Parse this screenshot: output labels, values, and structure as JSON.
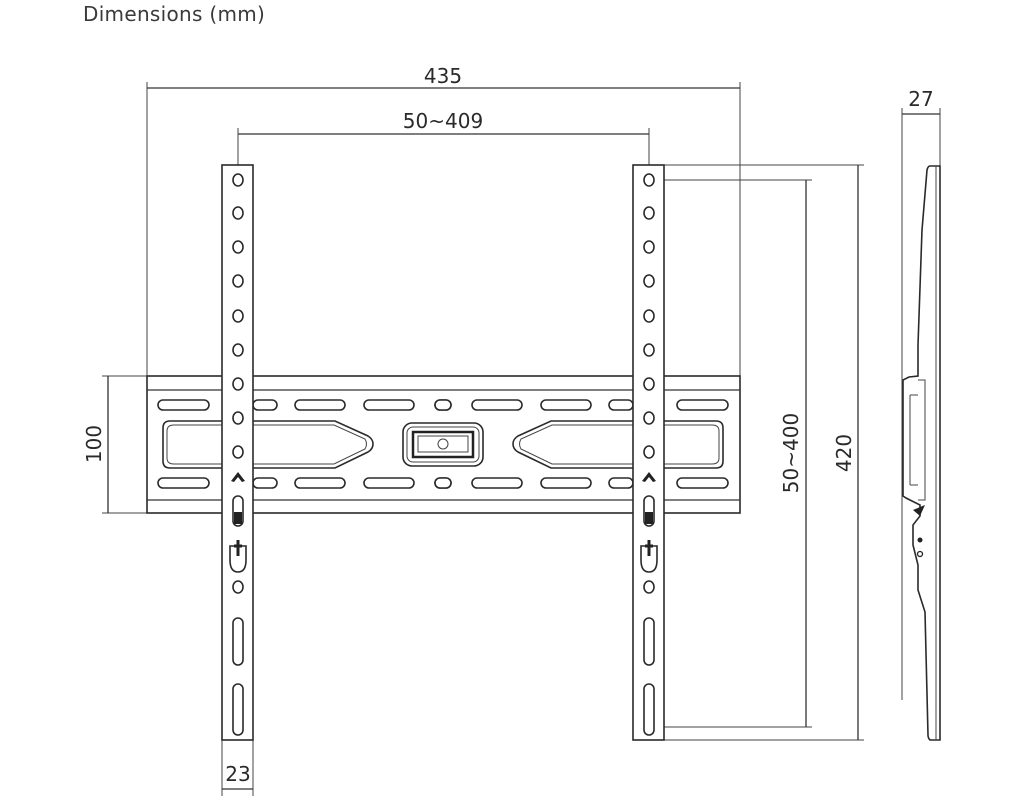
{
  "title": "Dimensions (mm)",
  "dimensions": {
    "overall_width": "435",
    "vesa_horizontal": "50~409",
    "plate_height": "100",
    "vesa_vertical": "50~400",
    "overall_height": "420",
    "rail_width": "23",
    "depth": "27"
  },
  "colors": {
    "line": "#2a2a2a",
    "background": "#ffffff"
  }
}
